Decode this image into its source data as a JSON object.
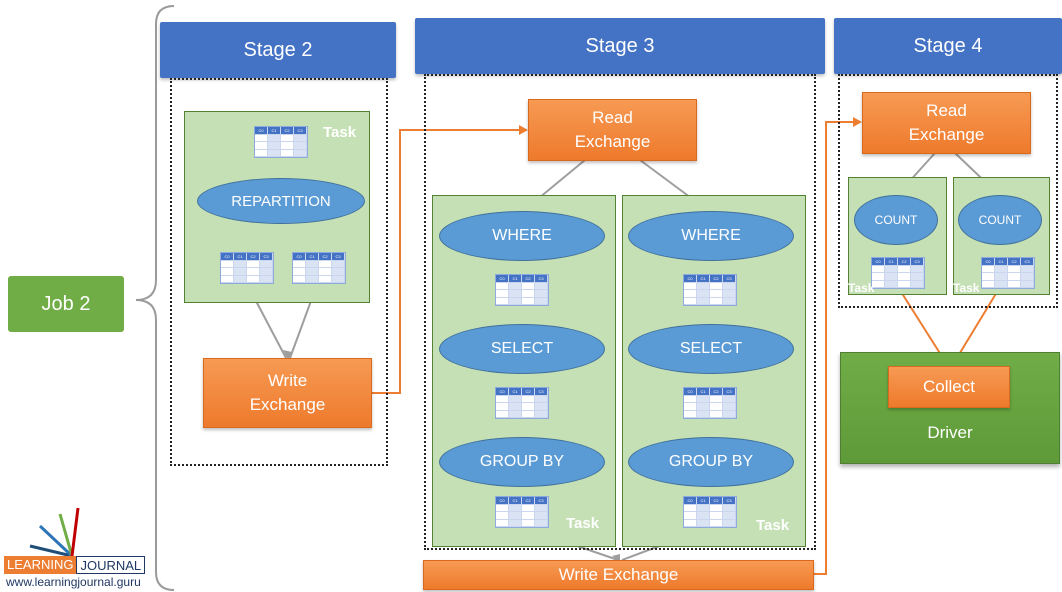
{
  "job": {
    "label": "Job 2"
  },
  "stages": {
    "stage2": {
      "title": "Stage 2",
      "ellipse": "REPARTITION",
      "task_label": "Task",
      "output": "Write\nExchange"
    },
    "stage3": {
      "title": "Stage 3",
      "input": "Read\nExchange",
      "task_label": "Task",
      "ops": [
        "WHERE",
        "SELECT",
        "GROUP BY"
      ],
      "output": "Write Exchange"
    },
    "stage4": {
      "title": "Stage 4",
      "input": "Read\nExchange",
      "task_label": "Task",
      "op": "COUNT"
    }
  },
  "driver": {
    "label": "Driver",
    "collect": "Collect"
  },
  "table_header": [
    "C0",
    "C1",
    "C2",
    "C3"
  ],
  "logo": {
    "brand_a": "LEARNING",
    "brand_b": "JOURNAL",
    "url": "www.learningjournal.guru"
  },
  "colors": {
    "stage_header": "#4472c4",
    "task_bg": "#c5e0b4",
    "exchange": "#ed7d31",
    "op": "#5b9bd5",
    "job": "#70ad47"
  }
}
